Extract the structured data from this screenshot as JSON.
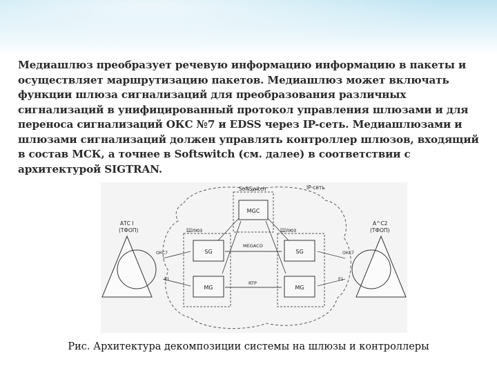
{
  "slide": {
    "paragraph": "Медиашлюз преобразует речевую информацию информацию в пакеты и осуществляет маршрутизацию пакетов. Медиашлюз может включать функции шлюза сигнализаций для преобразования различных сигнализаций в унифицированный протокол управления шлюзами и для переноса сигнализаций ОКС №7 и EDSS через IP-сеть. Медиашлюзами и шлюзами сигнализаций должен управлять контроллер шлюзов, входящий в состав МСК, а точнее в Softswitch (см. далее) в соответствии с архитектурой SIGTRAN.",
    "caption": "Рис. Архитектура декомпозиции системы на шлюзы и контроллеры"
  },
  "diagram": {
    "softswitch": "SoftSwitch",
    "ip_net": "IP-сеть",
    "mgc": "MGC",
    "sg": "SG",
    "mg": "MG",
    "gateway_left": "Шлюз",
    "gateway_right": "Шлюз",
    "atc_left_1": "АТС I",
    "atc_left_2": "(ТФОП)",
    "atc_right_1": "А^С2",
    "atc_right_2": "(ТФОП)",
    "megaco": "MEGACO",
    "rtp": "RTP",
    "okc7_left": "ОКС7",
    "okc7_right": "ОКС7",
    "e1_left": "E1",
    "e1_right": "E1"
  },
  "colors": {
    "banner_top": "#bfe4f2",
    "text": "#2a2a2a",
    "figure_bg": "#f4f4f4"
  }
}
